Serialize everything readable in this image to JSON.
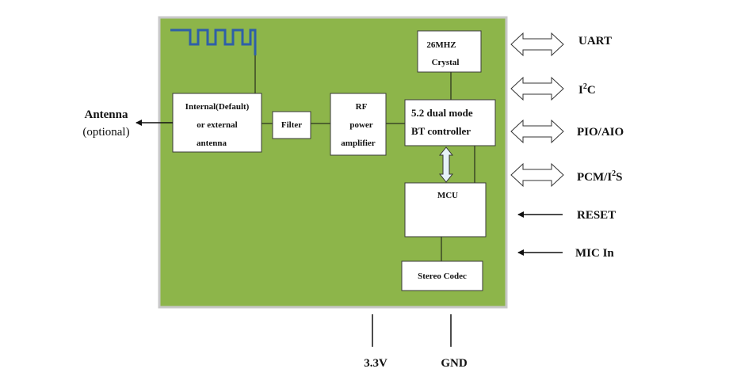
{
  "colors": {
    "board_fill": "#8db54a",
    "board_border": "#c8c8c8",
    "box_fill": "#ffffff",
    "box_border": "#3a3a3a",
    "antenna_trace": "#2e5fa8",
    "line": "#111111"
  },
  "blocks": {
    "antenna_block": [
      "Internal(Default)",
      "or external",
      "antenna"
    ],
    "filter": "Filter",
    "rf_amp": [
      "RF",
      "power",
      "amplifier"
    ],
    "bt_controller": [
      "5.2 dual mode",
      "BT controller"
    ],
    "crystal": [
      "26MHZ",
      "Crystal"
    ],
    "mcu": "MCU",
    "codec": "Stereo Codec"
  },
  "external": {
    "antenna_label": "Antenna",
    "antenna_note": "(optional)"
  },
  "interfaces": {
    "uart": "UART",
    "i2c_base": "I",
    "i2c_sup": "2",
    "i2c_tail": "C",
    "pio": "PIO/AIO",
    "pcm_base": "PCM/I",
    "pcm_sup": "2",
    "pcm_tail": "S",
    "reset": "RESET",
    "mic": "MIC In"
  },
  "power": {
    "vcc": "3.3V",
    "gnd": "GND"
  }
}
